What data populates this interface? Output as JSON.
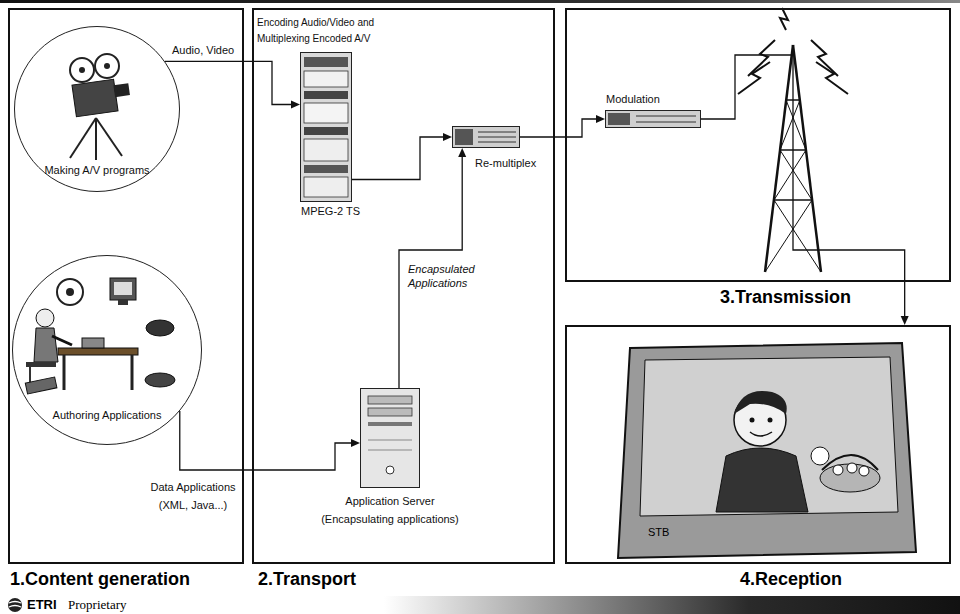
{
  "diagram": {
    "nodes": [
      {
        "text": [
          "1.Content generation"
        ]
      },
      {
        "text": [
          "Making A/V programs"
        ],
        "in": 0
      },
      {
        "text": [
          "Authoring Applications"
        ],
        "in": 0
      },
      {
        "text": [
          "2.Transport"
        ]
      },
      {
        "text": [
          "Encoding Audio/Video and Multiplexing Encoded A/V",
          "MPEG-2 TS"
        ],
        "in": 3
      },
      {
        "text": [
          "Re-multiplex"
        ],
        "in": 3
      },
      {
        "text": [
          "Application Server",
          "(Encapsulating applications)"
        ],
        "in": 3
      },
      {
        "text": [
          "3.Transmission"
        ]
      },
      {
        "text": [
          "Modulation"
        ],
        "in": 7
      },
      {
        "text": [
          "4.Reception"
        ]
      }
    ],
    "edges": [
      {
        "from": 1,
        "to": 4,
        "label": "Audio, Video",
        "arrow": "to"
      },
      {
        "from": 4,
        "to": 5,
        "arrow": "to"
      },
      {
        "from": 2,
        "to": 6,
        "label": "Data Applications (XML, Java...)",
        "arrow": "to"
      },
      {
        "from": 6,
        "to": 5,
        "label": "Encapsulated Applications",
        "arrow": "to"
      },
      {
        "from": 5,
        "to": 8,
        "arrow": "to"
      },
      {
        "from": 8,
        "to": 9,
        "arrow": "to"
      }
    ],
    "labels": [
      "STB",
      "ETRI",
      "Proprietary"
    ]
  }
}
